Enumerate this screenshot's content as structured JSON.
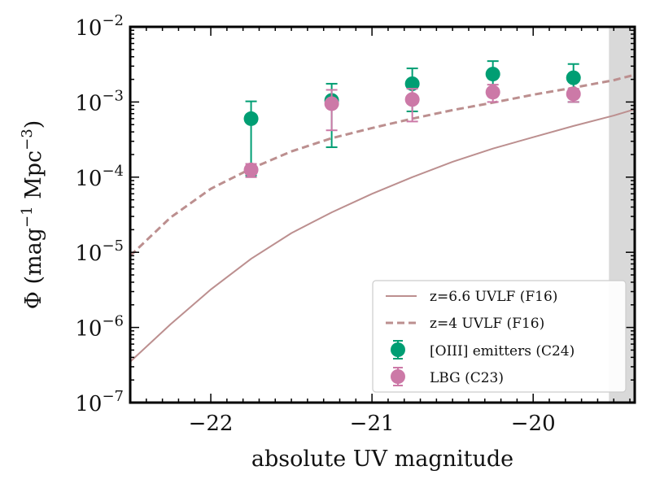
{
  "chart_data": {
    "type": "scatter",
    "xlabel": "absolute UV magnitude",
    "ylabel": "Φ (mag⁻¹ Mpc⁻³)",
    "ylabel_parts": {
      "base": "Φ (mag",
      "exp1": "−1",
      "mid": " Mpc",
      "exp2": "−3",
      "close": ")"
    },
    "xlim": [
      -22.5,
      -19.37
    ],
    "ylim": [
      1e-07,
      0.01
    ],
    "y_scale": "log",
    "grid": false,
    "legend_position": "lower-right",
    "excluded_region": {
      "x_from": -19.53,
      "x_to": -19.37,
      "color": "#d9d9d9"
    },
    "x_ticks": [
      {
        "value": -22,
        "label": "−22"
      },
      {
        "value": -21,
        "label": "−21"
      },
      {
        "value": -20,
        "label": "−20"
      }
    ],
    "y_ticks": [
      {
        "exp": -7,
        "base": "10",
        "label": "−7"
      },
      {
        "exp": -6,
        "base": "10",
        "label": "−6"
      },
      {
        "exp": -5,
        "base": "10",
        "label": "−5"
      },
      {
        "exp": -4,
        "base": "10",
        "label": "−4"
      },
      {
        "exp": -3,
        "base": "10",
        "label": "−3"
      },
      {
        "exp": -2,
        "base": "10",
        "label": "−2"
      }
    ],
    "lines": [
      {
        "name": "z=6.6 UVLF (F16)",
        "style": "solid",
        "color": "#bc8f8f",
        "x": [
          -22.5,
          -22.25,
          -22.0,
          -21.75,
          -21.5,
          -21.25,
          -21.0,
          -20.75,
          -20.5,
          -20.25,
          -20.0,
          -19.75,
          -19.5,
          -19.37
        ],
        "y": [
          3.5e-07,
          1.1e-06,
          3.2e-06,
          8.2e-06,
          1.8e-05,
          3.4e-05,
          6e-05,
          0.0001,
          0.00016,
          0.00024,
          0.00034,
          0.00048,
          0.00066,
          0.0008
        ]
      },
      {
        "name": "z=4 UVLF (F16)",
        "style": "dashed",
        "color": "#bc8f8f",
        "x": [
          -22.5,
          -22.25,
          -22.0,
          -21.75,
          -21.5,
          -21.25,
          -21.0,
          -20.75,
          -20.5,
          -20.25,
          -20.0,
          -19.75,
          -19.5,
          -19.37
        ],
        "y": [
          9e-06,
          2.9e-05,
          7e-05,
          0.00013,
          0.00022,
          0.00033,
          0.00045,
          0.0006,
          0.00078,
          0.00098,
          0.00125,
          0.00155,
          0.00195,
          0.0023
        ]
      }
    ],
    "series": [
      {
        "name": "[OIII] emitters (C24)",
        "color": "#009e73",
        "x": [
          -21.75,
          -21.25,
          -20.75,
          -20.25,
          -19.75
        ],
        "y": [
          0.0006,
          0.00105,
          0.00175,
          0.00235,
          0.0021
        ],
        "y_low": [
          0.000105,
          0.00025,
          0.00075,
          0.0015,
          0.001
        ],
        "y_high": [
          0.00102,
          0.00175,
          0.0028,
          0.0035,
          0.0032
        ]
      },
      {
        "name": "LBG (C23)",
        "color": "#cc79a7",
        "x": [
          -21.75,
          -21.25,
          -20.75,
          -20.25,
          -19.75
        ],
        "y": [
          0.000125,
          0.00095,
          0.00108,
          0.00135,
          0.00128
        ],
        "y_low": [
          0.0001,
          0.00042,
          0.00055,
          0.001,
          0.001
        ],
        "y_high": [
          0.00015,
          0.00145,
          0.0015,
          0.0017,
          0.0015
        ]
      }
    ]
  }
}
